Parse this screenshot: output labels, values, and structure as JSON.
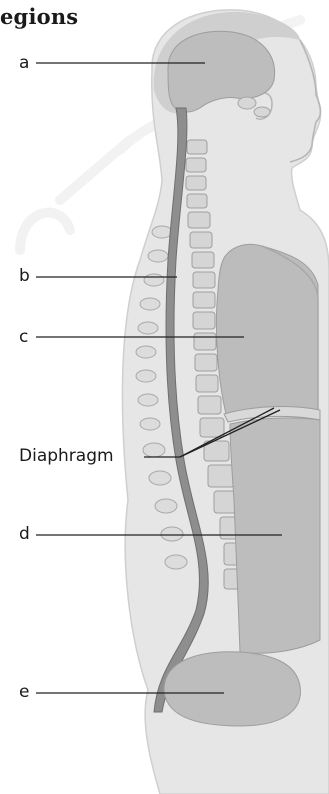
{
  "heading": "egions",
  "labels": {
    "a": "a",
    "b": "b",
    "c": "c",
    "diaphragm": "Diaphragm",
    "d": "d",
    "e": "e"
  },
  "colors": {
    "body_fill": "#e6e6e6",
    "body_outline": "#cfcfcf",
    "cavity_fill": "#bcbcbc",
    "spine_fill": "#8e8e8e",
    "leader_line": "#222222"
  }
}
